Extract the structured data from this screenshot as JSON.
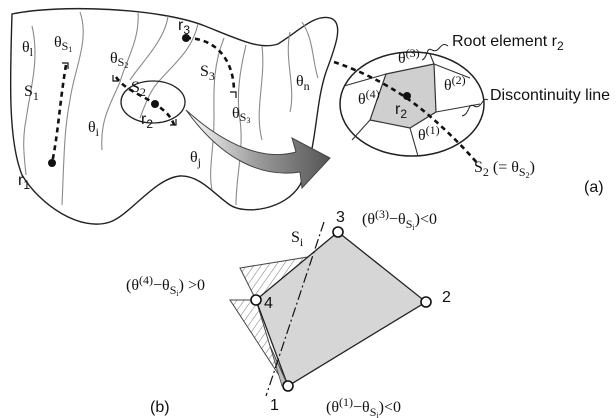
{
  "panel_a": {
    "tag": "(a)",
    "labels": {
      "theta_l": "θ",
      "theta_l_sub": "l",
      "theta_s1": "θ",
      "theta_s1_sub": "S",
      "s1": "S",
      "s1_sub": "1",
      "r1": "r",
      "r1_sub": "1",
      "theta_i": "θ",
      "theta_i_sub": "i",
      "theta_s2": "θ",
      "theta_s2_sub": "S",
      "s2": "S",
      "s2_sub": "2",
      "r2": "r",
      "r2_sub": "2",
      "theta_j": "θ",
      "theta_j_sub": "j",
      "r3": "r",
      "r3_sub": "3",
      "s3": "S",
      "s3_sub": "3",
      "theta_s3": "θ",
      "theta_s3_sub": "S",
      "theta_n": "θ",
      "theta_n_sub": "n"
    },
    "zoom": {
      "root_element_label": "Root element r",
      "root_element_sub": "2",
      "discontinuity_label": "Discontinuity line",
      "t1": "θ",
      "t1_sup": "(1)",
      "t2": "θ",
      "t2_sup": "(2)",
      "t3": "θ",
      "t3_sup": "(3)",
      "t4": "θ",
      "t4_sup": "(4)",
      "r2": "r",
      "r2_sub": "2",
      "eq": "S",
      "eq_sub": "2",
      "eq_mid": " (= θ",
      "eq_end": ")"
    }
  },
  "panel_b": {
    "tag": "(b)",
    "line_label": "S",
    "line_sub": "i",
    "nodes": [
      "1",
      "2",
      "3",
      "4"
    ],
    "c3": "(θ",
    "c3_sup": "(3)",
    "c3_mid": "−θ",
    "c3_end": ")<0",
    "c4": "(θ",
    "c4_sup": "(4)",
    "c4_mid": "−θ",
    "c4_end": ") >0",
    "c1": "(θ",
    "c1_sup": "(1)",
    "c1_mid": "−θ",
    "c1_end": ")<0",
    "s_sub": "S",
    "i_sub": "i"
  }
}
